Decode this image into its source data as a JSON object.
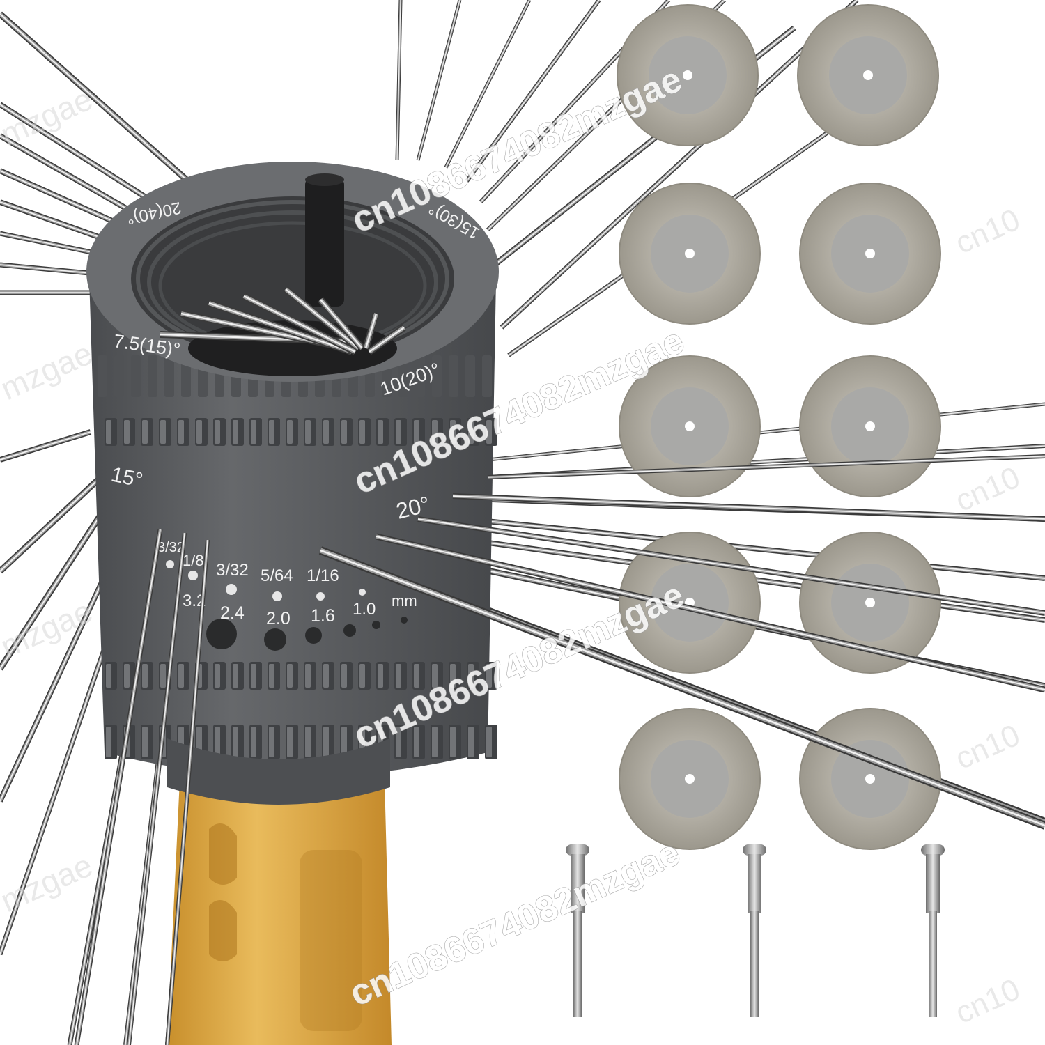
{
  "sharpener": {
    "top_labels": [
      "20(40)°",
      "15(30)°",
      "7.5(15)°",
      "10(20)°"
    ],
    "side_labels": [
      "15°",
      "20°"
    ],
    "fraction_labels": [
      "3/32",
      "1/8",
      "3/32",
      "5/64",
      "1/16"
    ],
    "mm_labels": [
      "3.2",
      "2.4",
      "2.0",
      "1.6",
      "1.0"
    ],
    "mm_unit": "mm",
    "body_color": "#5b5d60",
    "tool_color": "#e0b150"
  },
  "watermarks": [
    "cn1086674082mzgae",
    "mzgae",
    "cn10"
  ],
  "accessories": {
    "disc_count": 10,
    "mandrel_count": 3,
    "disc_color": "#a39f94"
  }
}
